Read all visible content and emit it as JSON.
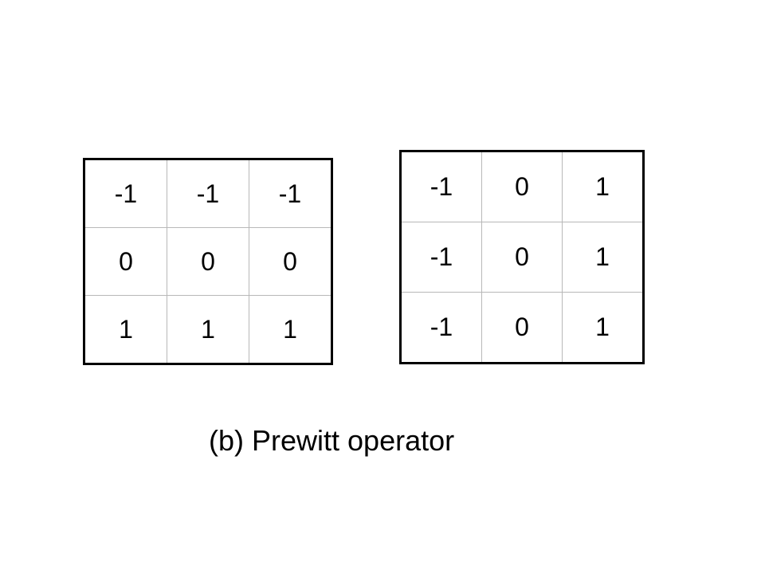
{
  "kernels": [
    {
      "rows": [
        [
          "-1",
          "-1",
          "-1"
        ],
        [
          "0",
          "0",
          "0"
        ],
        [
          "1",
          "1",
          "1"
        ]
      ]
    },
    {
      "rows": [
        [
          "-1",
          "0",
          "1"
        ],
        [
          "-1",
          "0",
          "1"
        ],
        [
          "-1",
          "0",
          "1"
        ]
      ]
    }
  ],
  "caption": "(b) Prewitt operator"
}
